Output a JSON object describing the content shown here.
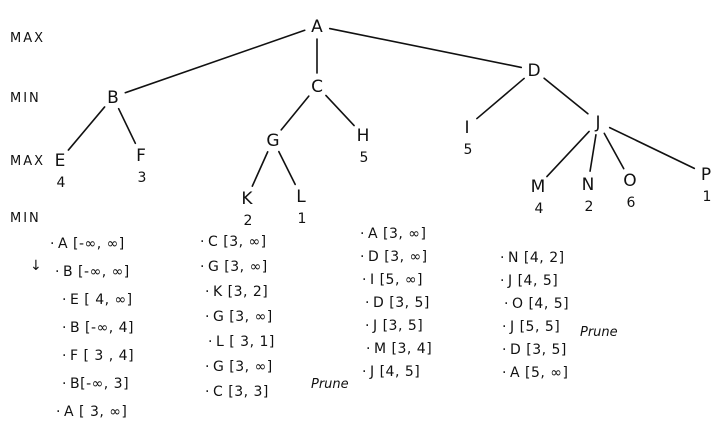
{
  "levels": [
    "MAX",
    "MIN",
    "MAX",
    "MIN"
  ],
  "tree": {
    "nodes": [
      {
        "id": "A"
      },
      {
        "id": "B"
      },
      {
        "id": "C"
      },
      {
        "id": "D"
      },
      {
        "id": "E",
        "value": "4"
      },
      {
        "id": "F",
        "value": "3"
      },
      {
        "id": "G"
      },
      {
        "id": "H",
        "value": "5"
      },
      {
        "id": "I",
        "value": "5"
      },
      {
        "id": "J"
      },
      {
        "id": "K",
        "value": "2"
      },
      {
        "id": "L",
        "value": "1"
      },
      {
        "id": "M",
        "value": "4"
      },
      {
        "id": "N",
        "value": "2"
      },
      {
        "id": "O",
        "value": "6"
      },
      {
        "id": "P",
        "value": "1"
      }
    ],
    "edges": [
      [
        "A",
        "B"
      ],
      [
        "A",
        "C"
      ],
      [
        "A",
        "D"
      ],
      [
        "B",
        "E"
      ],
      [
        "B",
        "F"
      ],
      [
        "C",
        "G"
      ],
      [
        "C",
        "H"
      ],
      [
        "D",
        "I"
      ],
      [
        "D",
        "J"
      ],
      [
        "G",
        "K"
      ],
      [
        "G",
        "L"
      ],
      [
        "J",
        "M"
      ],
      [
        "J",
        "N"
      ],
      [
        "J",
        "O"
      ],
      [
        "J",
        "P"
      ]
    ]
  },
  "arrow": "↓",
  "traces": [
    [
      "A [-∞, ∞]",
      "B [-∞, ∞]",
      "E [ 4, ∞]",
      "B [-∞, 4]",
      "F [ 3 , 4]",
      "B[-∞, 3]",
      "A [ 3, ∞]"
    ],
    [
      "C [3, ∞]",
      "G [3, ∞]",
      "K [3, 2]",
      "G [3, ∞]",
      "L [ 3, 1]",
      "G [3, ∞]",
      "C [3, 3]"
    ],
    [
      "A [3, ∞]",
      "D [3, ∞]",
      "I [5, ∞]",
      "D [3, 5]",
      "J [3, 5]",
      "M [3, 4]",
      "J [4, 5]"
    ],
    [
      "N [4, 2]",
      "J [4, 5]",
      "O [4, 5]",
      "J [5, 5]",
      "D [3, 5]",
      "A [5, ∞]"
    ]
  ],
  "prune_notes": [
    "Prune",
    "Prune"
  ]
}
